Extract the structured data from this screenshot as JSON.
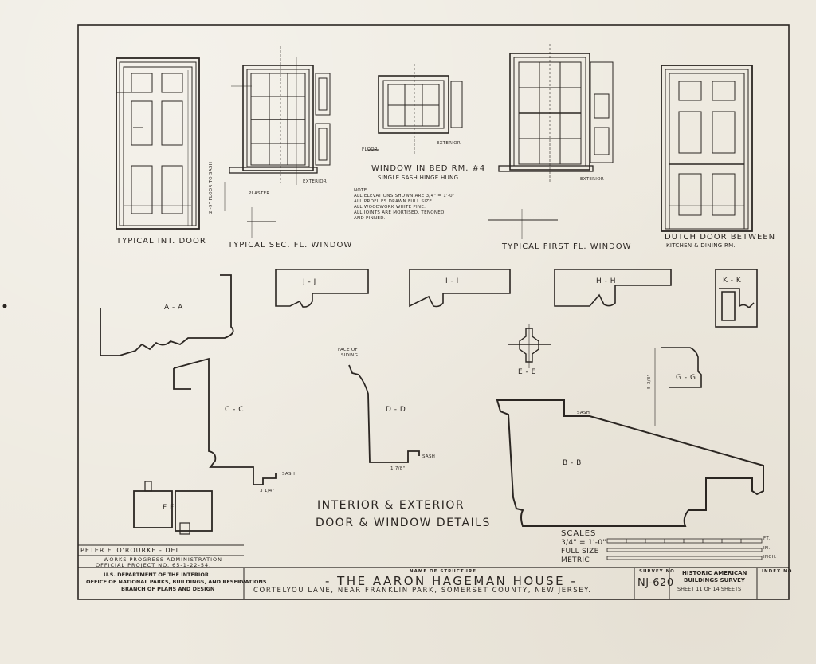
{
  "captions": {
    "typical_int_door": "TYPICAL INT. DOOR",
    "typical_sec_fl_window": "TYPICAL SEC. FL. WINDOW",
    "window_bed_rm": "WINDOW IN BED RM. #4",
    "window_bed_rm_sub": "SINGLE SASH HINGE HUNG",
    "typical_first_fl_window": "TYPICAL FIRST FL. WINDOW",
    "dutch_door_line1": "DUTCH DOOR BETWEEN",
    "dutch_door_line2": "KITCHEN & DINING RM."
  },
  "notes": {
    "heading": "NOTE",
    "lines": [
      "ALL ELEVATIONS SHOWN ARE 3/4\" = 1'-0\"",
      "ALL PROFILES DRAWN FULL SIZE.",
      "ALL WOODWORK WHITE PINE.",
      "ALL JOINTS ARE MORTISED, TENONED",
      "AND PINNED."
    ]
  },
  "section_labels": {
    "j_j": "J - J",
    "i_i": "I - I",
    "h_h": "H - H",
    "k_k": "K - K",
    "a_a": "A - A",
    "c_c": "C - C",
    "d_d": "D - D",
    "e_e": "E - E",
    "g_g": "G - G",
    "b_b": "B - B",
    "f_f": "F F"
  },
  "annotations": {
    "plaster": "PLASTER",
    "exterior_1": "EXTERIOR",
    "exterior_2": "EXTERIOR",
    "exterior_3": "EXTERIOR",
    "sash_1": "SASH",
    "sash_2": "SASH",
    "sash_3": "SASH",
    "floor": "FLOOR",
    "floor_to_sash": "2'-9\" FLOOR TO SASH",
    "face_of_siding_1": "FACE OF",
    "face_of_siding_2": "SIDING",
    "dim_5_3_8": "5 3/8\"",
    "dim_1_7_8": "1 7/8\"",
    "dim_3_1_4": "3 1/4\""
  },
  "sheet_title": {
    "line1": "INTERIOR & EXTERIOR",
    "line2": "DOOR & WINDOW DETAILS"
  },
  "scales": {
    "heading": "SCALES",
    "rows": [
      {
        "label": "3/4\" = 1'-0\"",
        "unit": "FT."
      },
      {
        "label": "FULL SIZE",
        "unit": "IN."
      },
      {
        "label": "METRIC",
        "unit": "INCH."
      }
    ]
  },
  "title_block": {
    "delineator": "PETER F. O'ROURKE - DEL.",
    "wpa_line1": "WORKS PROGRESS ADMINISTRATION",
    "wpa_line2": "OFFICIAL PROJECT NO. 65-1-22-54.",
    "dept_line1": "U.S. DEPARTMENT OF THE INTERIOR",
    "dept_line2": "OFFICE OF NATIONAL PARKS, BUILDINGS, AND RESERVATIONS",
    "dept_line3": "BRANCH OF PLANS AND DESIGN",
    "structure_label": "NAME OF STRUCTURE",
    "structure_name": "- THE AARON HAGEMAN HOUSE -",
    "location": "CORTELYOU LANE, NEAR FRANKLIN PARK, SOMERSET COUNTY, NEW JERSEY.",
    "survey_label": "SURVEY NO.",
    "survey_no": "NJ-620",
    "habs_line1": "HISTORIC AMERICAN",
    "habs_line2": "BUILDINGS SURVEY",
    "sheet_text": "SHEET 11 OF 14 SHEETS",
    "index_label": "INDEX NO."
  }
}
